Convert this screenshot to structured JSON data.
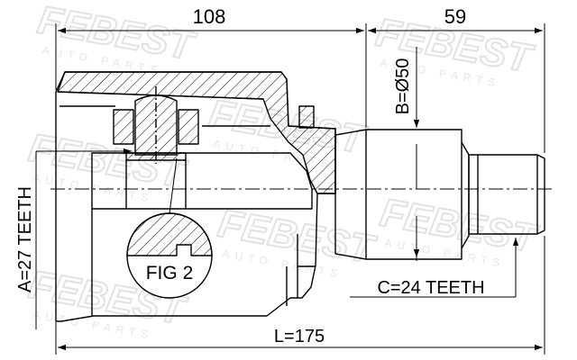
{
  "dimensions": {
    "top_left": "108",
    "top_right": "59",
    "diameter": "B=Ø50",
    "left_teeth": "A=27 TEETH",
    "right_teeth": "C=24 TEETH",
    "length": "L=175"
  },
  "callout": {
    "fig_label": "FIG 2"
  },
  "watermark": {
    "brand": "FEBEST",
    "sub": "AUTO PARTS"
  },
  "colors": {
    "line": "#000000",
    "watermark": "#e4e4e4",
    "background": "#ffffff"
  }
}
